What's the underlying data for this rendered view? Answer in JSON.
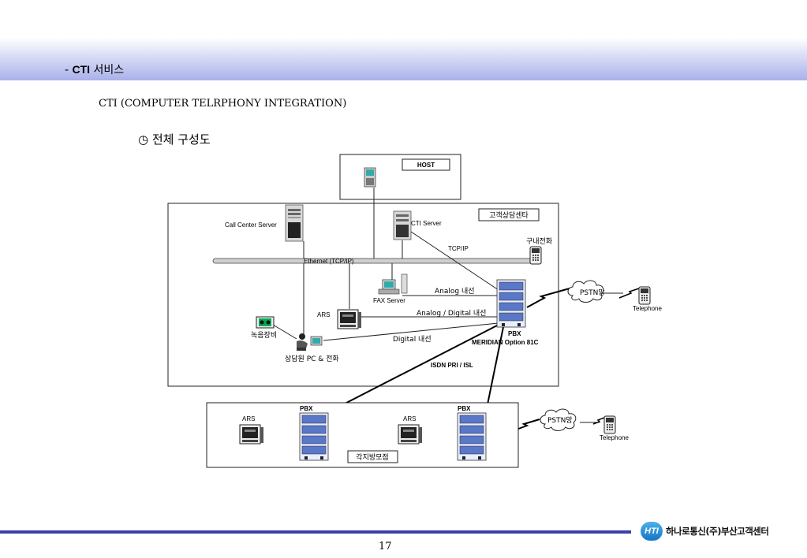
{
  "header": {
    "section_prefix": "- ",
    "section_bold": "CTI",
    "section_rest": " 서비스"
  },
  "subtitle": "CTI (COMPUTER TELRPHONY INTEGRATION)",
  "diagram_heading": {
    "bullet": "◷",
    "text": "전체 구성도"
  },
  "diagram": {
    "host_label": "HOST",
    "center_box_label": "고객상담센타",
    "call_center_server": "Call Center Server",
    "cti_server": "CTI Server",
    "ethernet_label": "Ethernet (TCP/IP)",
    "tcpip_label": "TCP/IP",
    "internal_phone": "구내전화",
    "fax_server": "FAX Server",
    "ars_main": "ARS",
    "recorder": "녹음장비",
    "agent_pc": "상담원 PC & 전화",
    "analog_line": "Analog 내선",
    "analog_digital_line": "Analog / Digital 내선",
    "digital_line": "Digital 내선",
    "pbx_main_label": "PBX",
    "pbx_main_model": "MERIDIAN Option 81C",
    "isdn_label": "ISDN PRI / ISL",
    "pstn_1": "PSTN망",
    "telephone_1": "Telephone",
    "branch_box_label": "각지방모점",
    "branch_ars_1": "ARS",
    "branch_pbx_1": "PBX",
    "branch_ars_2": "ARS",
    "branch_pbx_2": "PBX",
    "pstn_2": "PSTN망",
    "telephone_2": "Telephone"
  },
  "footer": {
    "page_number": "17",
    "logo_text": "HTI",
    "company_name": "하나로통신(주)부산고객센터"
  },
  "colors": {
    "header_gradient": "#aab1ea",
    "footer_line": "#3b3fa9",
    "pbx_blue": "#5a77c8",
    "server_gray": "#c8c8c8"
  }
}
